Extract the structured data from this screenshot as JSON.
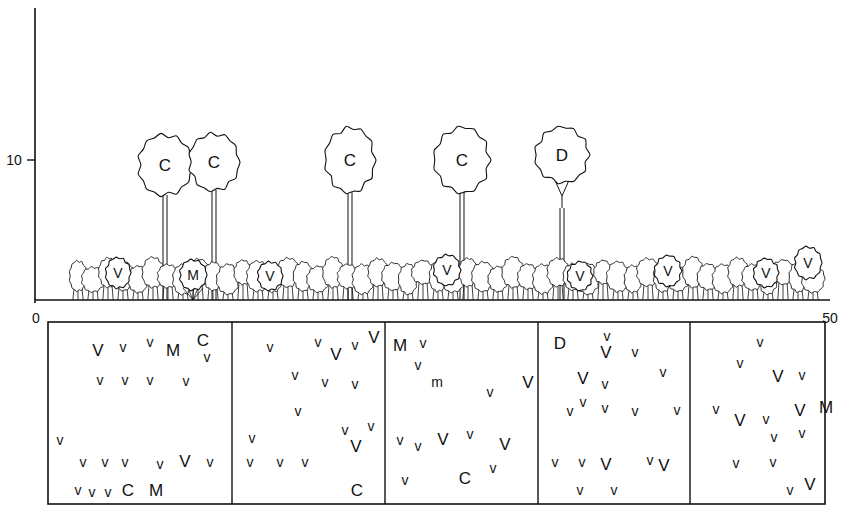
{
  "diagram": {
    "nodes": [
      {
        "text": [
          "C"
        ]
      },
      {
        "text": [
          "C"
        ]
      },
      {
        "text": [
          "C"
        ]
      },
      {
        "text": [
          "C"
        ]
      },
      {
        "text": [
          "D"
        ]
      },
      {
        "text": [
          "V"
        ]
      },
      {
        "text": [
          "M"
        ]
      },
      {
        "text": [
          "V"
        ]
      },
      {
        "text": [
          "V"
        ]
      },
      {
        "text": [
          "V"
        ]
      },
      {
        "text": [
          "V"
        ]
      },
      {
        "text": [
          "V"
        ]
      },
      {
        "text": [
          "V"
        ]
      }
    ],
    "labels": [
      "10",
      "0",
      "50",
      "V",
      "v",
      "v",
      "M",
      "C",
      "v",
      "v",
      "v",
      "v",
      "v",
      "v",
      "v",
      "v",
      "v",
      "v",
      "V",
      "v",
      "v",
      "v",
      "v",
      "C",
      "M",
      "v",
      "v",
      "V",
      "v",
      "V",
      "v",
      "v",
      "v",
      "v",
      "v",
      "v",
      "v",
      "V",
      "v",
      "v",
      "v",
      "C",
      "M",
      "v",
      "v",
      "m",
      "V",
      "v",
      "v",
      "v",
      "V",
      "v",
      "V",
      "v",
      "C",
      "v",
      "D",
      "v",
      "V",
      "v",
      "v",
      "V",
      "v",
      "v",
      "v",
      "v",
      "v",
      "v",
      "v",
      "v",
      "V",
      "v",
      "V",
      "v",
      "v",
      "v",
      "v",
      "V",
      "v",
      "v",
      "V",
      "v",
      "V",
      "M",
      "v",
      "v",
      "v",
      "v",
      "v",
      "V"
    ]
  }
}
